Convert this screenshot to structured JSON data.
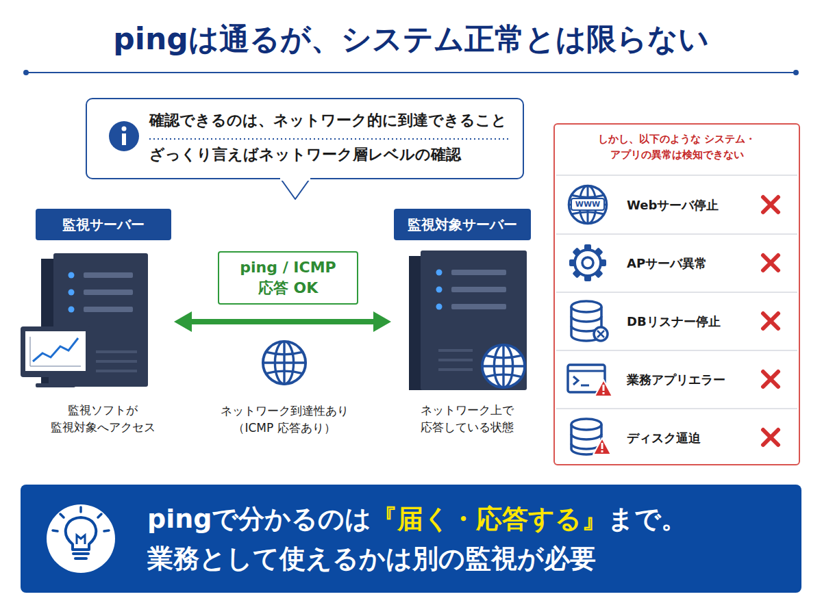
{
  "diagram": {
    "title": "pingは通るが、システム正常とは限らない",
    "nodes": [
      {
        "text": [
          "確認できるのは、ネットワーク的に到達できること",
          "ざっくり言えばネットワーク層レベルの確認"
        ]
      },
      {
        "text": [
          "監視サーバー",
          "監視ソフトが 監視対象へアクセス"
        ]
      },
      {
        "text": [
          "ping / ICMP 応答 OK"
        ]
      },
      {
        "text": [
          "監視対象サーバー",
          "ネットワーク上で 応答している状態"
        ]
      },
      {
        "text": [
          "しかし、以下のような システム・アプリの異常は検知できない"
        ]
      },
      {
        "text": [
          "Webサーバ停止"
        ],
        "in": 4
      },
      {
        "text": [
          "APサーバ異常"
        ],
        "in": 4
      },
      {
        "text": [
          "DBリスナー停止"
        ],
        "in": 4
      },
      {
        "text": [
          "業務アプリエラー"
        ],
        "in": 4
      },
      {
        "text": [
          "ディスク逼迫"
        ],
        "in": 4
      },
      {
        "text": [
          "pingで分かるのは",
          "『届く・応答する』",
          "まで。",
          "業務として使えるかは別の監視が必要"
        ]
      }
    ],
    "edges": [
      {
        "from": 1,
        "to": 3,
        "arrow": "both"
      }
    ],
    "labels": [
      "ネットワーク到達性あり （ICMP 応答あり）",
      "WWW"
    ]
  }
}
